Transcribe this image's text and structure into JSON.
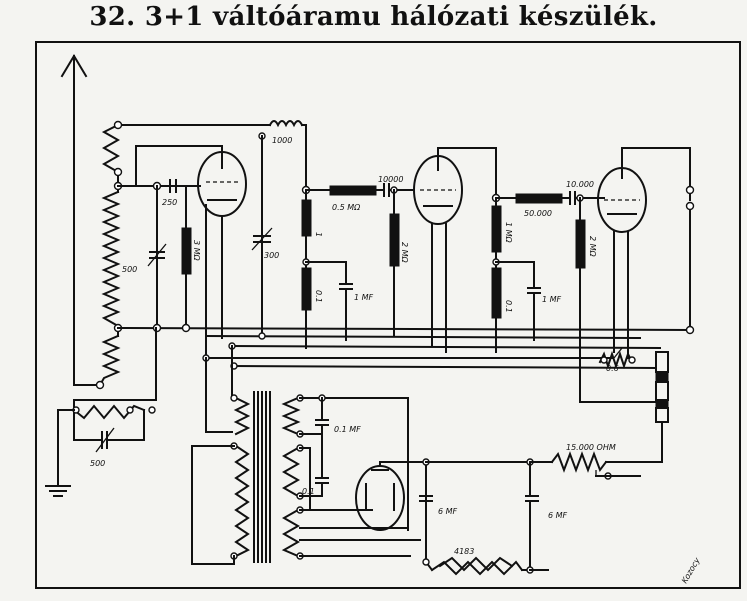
{
  "title": "32. 3+1 váltóáramu hálózati készülék.",
  "labels": {
    "c250": "250",
    "c500a": "500",
    "r3m": "3 MΩ",
    "coil1000": "1000",
    "c300": "300",
    "r1": "1",
    "r05m": "0.5 MΩ",
    "c10000a": "10000",
    "r2m_a": "2 MΩ",
    "r01a": "0.1",
    "c1mfa": "1 MF",
    "r1m": "1 MΩ",
    "r50000": "50.000",
    "c10000b": "10.000",
    "r2m_b": "2 MΩ",
    "r01b": "0.1",
    "c1mfb": "1 MF",
    "r06": "0.6",
    "c500b": "500",
    "c01mf": "0.1 MF",
    "c01": "0.1",
    "c6mf_a": "6 MF",
    "c6mf_b": "6 MF",
    "r15000": "15.000 OHM",
    "choke": "4183",
    "signature": "Kozocy"
  }
}
